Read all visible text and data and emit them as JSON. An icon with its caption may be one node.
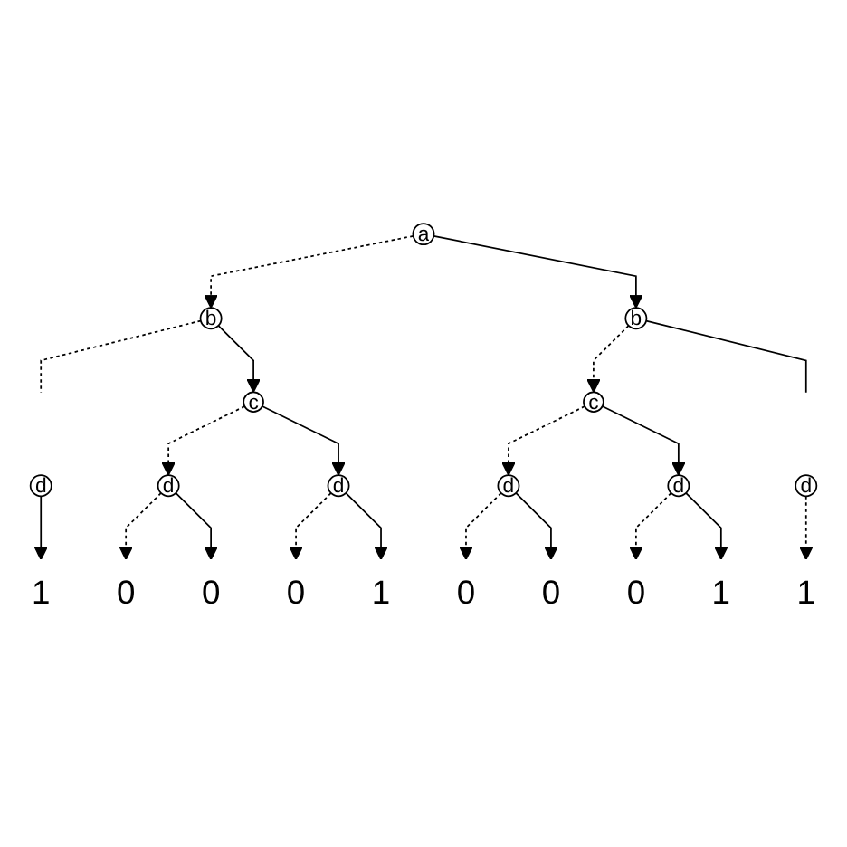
{
  "diagram": {
    "nodes": [
      {
        "text": [
          "a"
        ]
      },
      {
        "text": [
          "b"
        ]
      },
      {
        "text": [
          "b"
        ]
      },
      {
        "text": [
          "c"
        ]
      },
      {
        "text": [
          "c"
        ]
      },
      {
        "text": [
          "d"
        ]
      },
      {
        "text": [
          "d"
        ]
      },
      {
        "text": [
          "d"
        ]
      },
      {
        "text": [
          "d"
        ]
      },
      {
        "text": [
          "d"
        ]
      },
      {
        "text": [
          "d"
        ]
      },
      {
        "text": [
          "1"
        ]
      },
      {
        "text": [
          "0"
        ]
      },
      {
        "text": [
          "0"
        ]
      },
      {
        "text": [
          "0"
        ]
      },
      {
        "text": [
          "1"
        ]
      },
      {
        "text": [
          "0"
        ]
      },
      {
        "text": [
          "0"
        ]
      },
      {
        "text": [
          "0"
        ]
      },
      {
        "text": [
          "1"
        ]
      },
      {
        "text": [
          "1"
        ]
      }
    ],
    "edges": [
      {
        "from": 0,
        "to": 1,
        "arrow": "to",
        "style": "dashed"
      },
      {
        "from": 0,
        "to": 2,
        "arrow": "to"
      },
      {
        "from": 1,
        "to": null,
        "arrow": "none",
        "style": "dashed"
      },
      {
        "from": 1,
        "to": 3,
        "arrow": "to"
      },
      {
        "from": 2,
        "to": 4,
        "arrow": "to",
        "style": "dashed"
      },
      {
        "from": 2,
        "to": null,
        "arrow": "none"
      },
      {
        "from": 3,
        "to": 6,
        "arrow": "to",
        "style": "dashed"
      },
      {
        "from": 3,
        "to": 7,
        "arrow": "to"
      },
      {
        "from": 4,
        "to": 8,
        "arrow": "to",
        "style": "dashed"
      },
      {
        "from": 4,
        "to": 9,
        "arrow": "to"
      },
      {
        "from": 5,
        "to": 11,
        "arrow": "to"
      },
      {
        "from": 6,
        "to": 12,
        "arrow": "to",
        "style": "dashed"
      },
      {
        "from": 6,
        "to": 13,
        "arrow": "to"
      },
      {
        "from": 7,
        "to": 14,
        "arrow": "to",
        "style": "dashed"
      },
      {
        "from": 7,
        "to": 15,
        "arrow": "to"
      },
      {
        "from": 8,
        "to": 16,
        "arrow": "to",
        "style": "dashed"
      },
      {
        "from": 8,
        "to": 17,
        "arrow": "to"
      },
      {
        "from": 9,
        "to": 18,
        "arrow": "to",
        "style": "dashed"
      },
      {
        "from": 9,
        "to": 19,
        "arrow": "to"
      },
      {
        "from": 10,
        "to": 20,
        "arrow": "to",
        "style": "dashed"
      }
    ]
  }
}
